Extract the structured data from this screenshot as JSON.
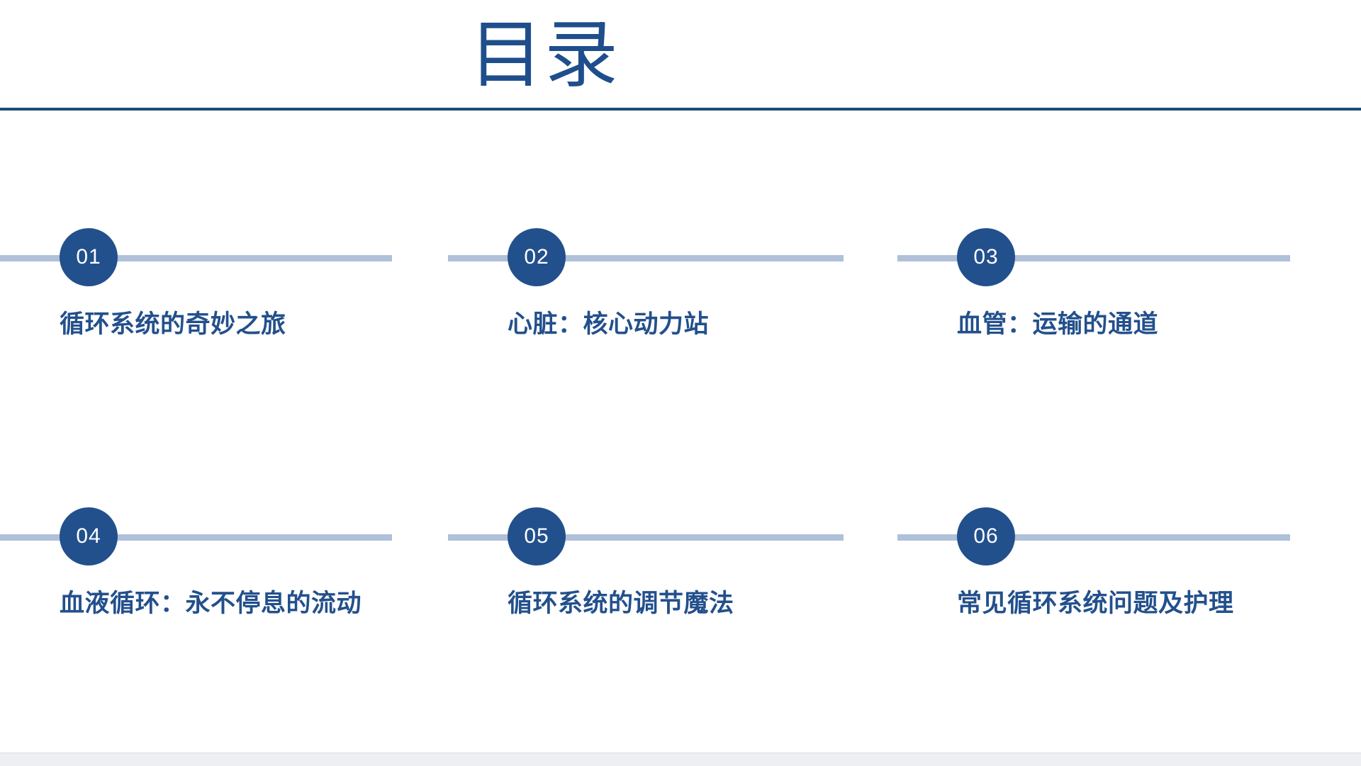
{
  "header": {
    "title": "目录"
  },
  "theme": {
    "accent_dark": "#1F4E79",
    "circle_fill": "#22508C",
    "line_color": "#AFC0D9",
    "label_color": "#23508C",
    "background": "#FFFFFF",
    "footer_bar": "#EDEFF3"
  },
  "toc": {
    "items": [
      {
        "number": "01",
        "label": "循环系统的奇妙之旅"
      },
      {
        "number": "02",
        "label": "心脏：核心动力站"
      },
      {
        "number": "03",
        "label": "血管：运输的通道"
      },
      {
        "number": "04",
        "label": "血液循环：永不停息的流动"
      },
      {
        "number": "05",
        "label": "循环系统的调节魔法"
      },
      {
        "number": "06",
        "label": "常见循环系统问题及护理"
      }
    ]
  }
}
